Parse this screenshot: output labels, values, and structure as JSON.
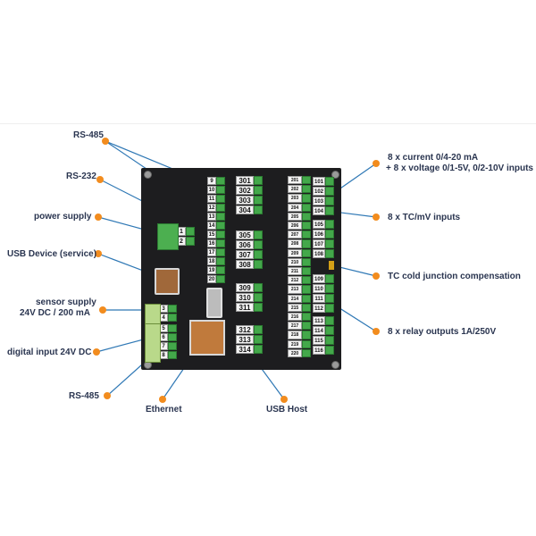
{
  "labels": {
    "rs485_top": "RS-485",
    "rs232": "RS-232",
    "power_supply": "power supply",
    "usb_device": "USB Device (service)",
    "sensor_supply_1": "sensor supply",
    "sensor_supply_2": "24V DC / 200 mA",
    "digital_input": "digital input 24V DC",
    "rs485_bottom": "RS-485",
    "ethernet": "Ethernet",
    "usb_host": "USB Host",
    "current_voltage_1": "8 x current 0/4-20 mA",
    "current_voltage_2": "+ 8 x voltage 0/1-5V, 0/2-10V inputs",
    "tc_mv": "8 x TC/mV inputs",
    "tc_cold": "TC cold junction compensation",
    "relay": "8 x relay outputs 1A/250V"
  },
  "terminals": {
    "left_col": [
      "1",
      "2",
      "3",
      "4",
      "5",
      "6",
      "7",
      "8"
    ],
    "power": [
      "1",
      "2"
    ],
    "sensor": [
      "3",
      "4"
    ],
    "digital": [
      "5",
      "6",
      "7",
      "8"
    ],
    "mid_col": [
      "9",
      "10",
      "11",
      "12",
      "13",
      "14",
      "15",
      "16",
      "17",
      "18",
      "19",
      "20"
    ],
    "relay_top": [
      "301",
      "302",
      "303",
      "304"
    ],
    "relay_mid": [
      "305",
      "306",
      "307",
      "308"
    ],
    "relay_low": [
      "309",
      "310",
      "311"
    ],
    "relay_bot": [
      "312",
      "313",
      "314"
    ],
    "inner_right": [
      "201",
      "202",
      "203",
      "204",
      "205",
      "206",
      "207",
      "208",
      "209",
      "210",
      "211",
      "212",
      "213",
      "214",
      "215",
      "216",
      "217",
      "218",
      "219",
      "220"
    ],
    "outer_right_a": [
      "101",
      "102",
      "103",
      "104"
    ],
    "outer_right_b": [
      "105",
      "106",
      "107",
      "108"
    ],
    "outer_right_c": [
      "109",
      "110",
      "111",
      "112"
    ],
    "outer_right_d": [
      "113",
      "114",
      "115",
      "116"
    ]
  },
  "colors": {
    "accent": "#f28c1e",
    "text": "#2a3550",
    "line": "#2f78b5",
    "terminal": "#4caf50",
    "panel": "#1d1d1f"
  }
}
